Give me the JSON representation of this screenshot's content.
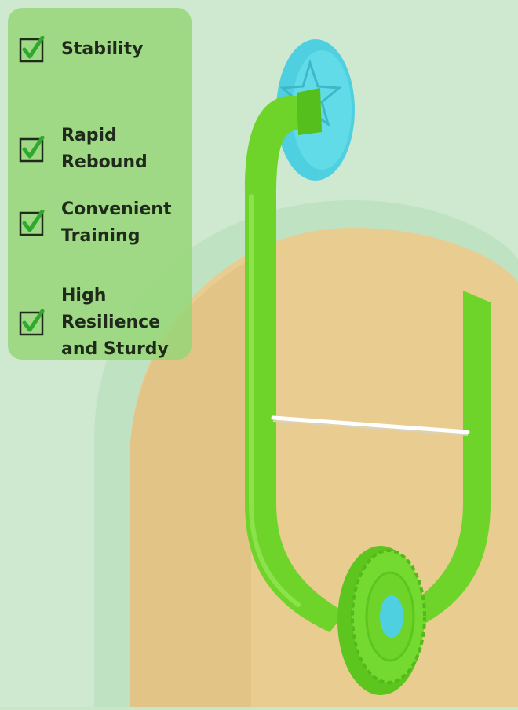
{
  "features": [
    {
      "label": "Stability",
      "icon": "checkbox-check-icon"
    },
    {
      "label": "Rapid Rebound",
      "icon": "checkbox-check-icon"
    },
    {
      "label": "Convenient Training",
      "icon": "checkbox-check-icon"
    },
    {
      "label": "High Resilience and Sturdy",
      "icon": "checkbox-check-icon"
    }
  ],
  "colors": {
    "background": "#c9e6c9",
    "panel": "#96d678",
    "check": "#2fa82f",
    "device_green": "#6ed42a",
    "mount_blue": "#4fd0e0",
    "arch_tan": "#e8cc90"
  }
}
